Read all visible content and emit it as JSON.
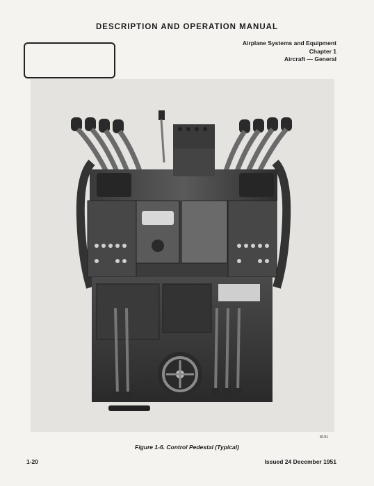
{
  "header": {
    "manual_title": "DESCRIPTION AND OPERATION MANUAL",
    "section_line_1": "Airplane Systems and Equipment",
    "section_line_2": "Chapter 1",
    "section_line_3": "Aircraft — General"
  },
  "figure": {
    "code": "8191",
    "caption": "Figure 1-6. Control Pedestal (Typical)",
    "photo_subject": "control-pedestal-photo"
  },
  "footer": {
    "page_number": "1-20",
    "issue_date": "Issued 24 December 1951"
  },
  "colors": {
    "paper": "#f4f3ef",
    "photo_bg": "#e4e3df",
    "metal_dark": "#2a2a2a",
    "metal_mid": "#555555",
    "ink": "#1b1b1b"
  }
}
